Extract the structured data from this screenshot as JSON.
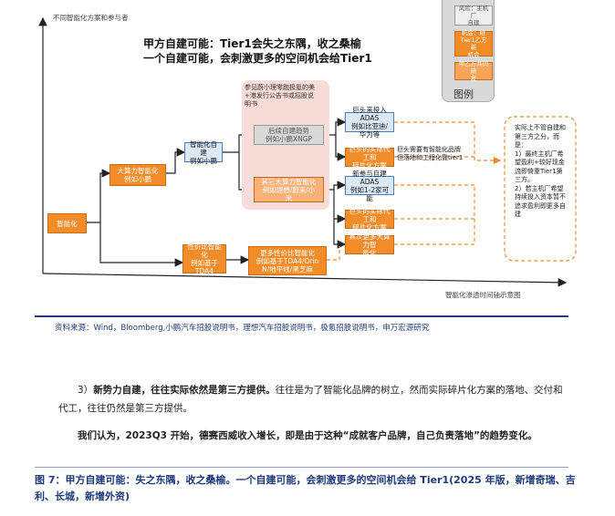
{
  "chart": {
    "y_axis_label": "不同智能化方案和参与者",
    "x_axis_label": "智能化渗透时间轴示意图",
    "headline_1": "甲方自建可能：Tier1会失之东隅，收之桑榆",
    "headline_2": "一个自建可能，会刺激更多的空间机会给Tier1",
    "nodes": {
      "zhinenghua": "智能化",
      "dasuanli": "大算力智能化\n例如小鹏",
      "xingjiabi": "性价比智能化\n例如基于\nTDA4",
      "zhinenghua_zijian": "智能化自建\n例如小鹏",
      "pink_note": "参见蔚小理零跑极氪的美\n+港发行公告书或招股说\n明书",
      "houxu_zijian": "后续自建趋势\n例如小鹏XNGP",
      "qita_dasuanli": "其它大算力智能化\n例如理想/蔚来/小\n米",
      "geng_xingjiabi": "更多性价比智能化\n例如基于TDA4/Orin\nN/地平线/黑芝麻",
      "jutou_adas": "巨头来投入ADAS\n例如比亚迪/华为等",
      "jutou_shiji": "巨头的实际代工和\n碎片化方案",
      "xinsanjia_adas": "新参与自建ADAS\n例如1-2家可能",
      "jutou_daigong": "巨头的实际代工和\n碎片化方案",
      "gengduo_dasuanli": "其次更多大算力智\n能化",
      "middle_note": "巨头需要有智能化品牌\n但落地和工程化靠tier1"
    },
    "legend": {
      "item1": "风险：主机厂\n自建",
      "item2": "机会：给\nTier1乙方新\n机会",
      "item3": "甲乙方共同研\n发",
      "title": "图例"
    },
    "side_note": "实际上不管自建和第三方之分，而是：\n1）最终主机厂希望盈利+较好现金流即倚重Tier1第三方。\n2）若主机厂希望持续投入资本暂不追求盈利即更多自建"
  },
  "source": "资料来源：Wind，Bloomberg,小鹏汽车招股说明书，理想汽车招股说明书，极氪招股说明书，申万宏源研究",
  "paragraph_1": {
    "prefix": "3）",
    "bold": "新势力自建，往往实际依然是第三方提供。",
    "rest": "往往是为了智能化品牌的树立，然而实际碎片化方案的落地、交付和代工，往往仍然是第三方提供。"
  },
  "paragraph_2": {
    "text": "我们认为，2023Q3 开始，德赛西威收入增长，即是由于这种“成就客户品牌，自己负责落地”的趋势变化。"
  },
  "figure_title": "图 7：甲方自建可能：失之东隅，收之桑榆。一个自建可能，会刺激更多的空间机会给 Tier1(2025 年版，新增奇瑞、吉利、长城，新增外资)"
}
